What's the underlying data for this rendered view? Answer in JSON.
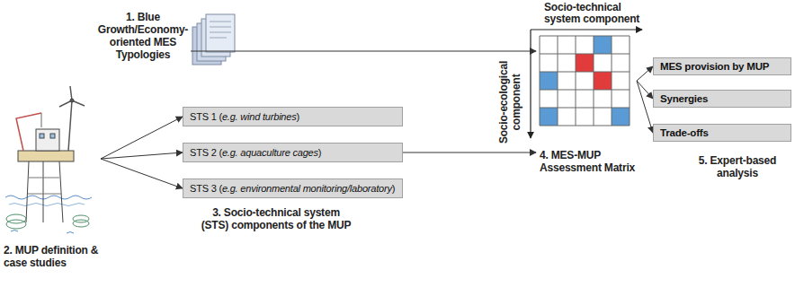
{
  "diagram": {
    "nodes": [
      {
        "text": [
          "1. Blue Growth/Economy-oriented MES Typologies"
        ]
      },
      {
        "text": [
          "2. MUP definition & case studies"
        ]
      },
      {
        "text": [
          "STS 1 (e.g. wind turbines)"
        ]
      },
      {
        "text": [
          "STS 2 (e.g. aquaculture cages)"
        ]
      },
      {
        "text": [
          "STS 3 (e.g. environmental monitoring/laboratory)"
        ]
      },
      {
        "text": [
          "4. MES-MUP Assessment Matrix"
        ]
      },
      {
        "text": [
          "MES provision by MUP"
        ]
      },
      {
        "text": [
          "Synergies"
        ]
      },
      {
        "text": [
          "Trade-offs"
        ]
      }
    ],
    "edges": [
      {
        "from": 0,
        "to": 5,
        "arrow": "to"
      },
      {
        "from": 1,
        "to": 2,
        "arrow": "to"
      },
      {
        "from": 1,
        "to": 3,
        "arrow": "to"
      },
      {
        "from": 1,
        "to": 4,
        "arrow": "to"
      },
      {
        "from": 3,
        "to": 5,
        "arrow": "to"
      },
      {
        "from": 5,
        "to": 6,
        "arrow": "to"
      },
      {
        "from": 5,
        "to": 7,
        "arrow": "to"
      },
      {
        "from": 5,
        "to": 8,
        "arrow": "to"
      }
    ],
    "labels": [
      "Socio-technical system component",
      "Socio-ecological component",
      "3. Socio-technical system (STS) components of the MUP",
      "5. Expert-based analysis"
    ]
  }
}
